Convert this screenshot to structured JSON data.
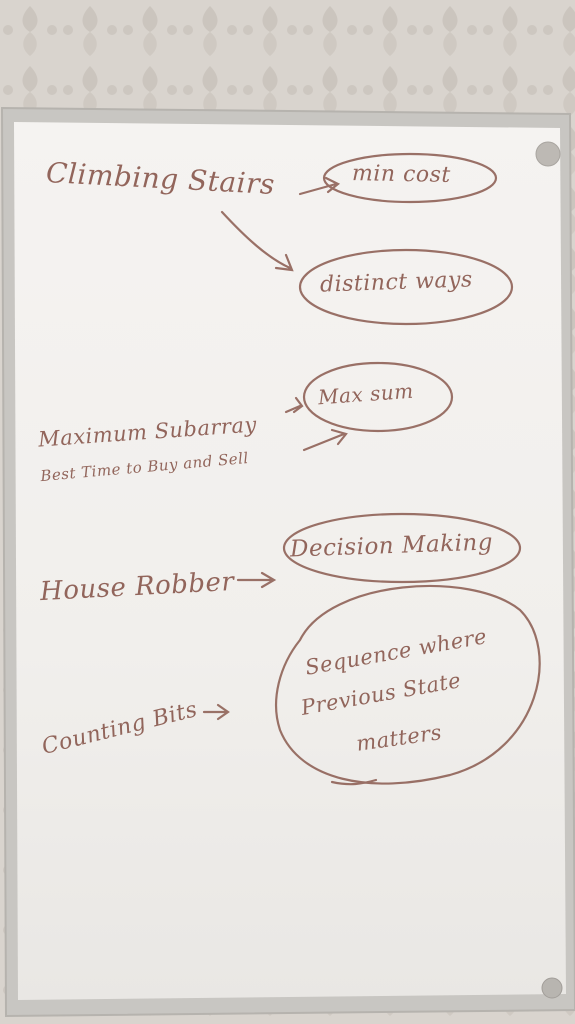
{
  "board": {
    "colors": {
      "wallpaper": "#d8d3cd",
      "frame": "#c9c7c3",
      "surface": "#f3f1ee",
      "marker": "#8a5a4f"
    },
    "notes": [
      {
        "id": "climbing-stairs",
        "text": "Climbing Stairs"
      },
      {
        "id": "min-cost",
        "text": "min cost"
      },
      {
        "id": "distinct-ways",
        "text": "distinct ways"
      },
      {
        "id": "max-sum",
        "text": "Max sum"
      },
      {
        "id": "maximum-subarray",
        "text": "Maximum Subarray"
      },
      {
        "id": "best-time",
        "text": "Best Time to Buy and Sell"
      },
      {
        "id": "house-robber",
        "text": "House Robber"
      },
      {
        "id": "decision-making",
        "text": "Decision Making"
      },
      {
        "id": "counting-bits",
        "text": "Counting Bits"
      },
      {
        "id": "sequence-line-1",
        "text": "Sequence where"
      },
      {
        "id": "sequence-line-2",
        "text": "Previous State"
      },
      {
        "id": "sequence-line-3",
        "text": "matters"
      }
    ]
  }
}
